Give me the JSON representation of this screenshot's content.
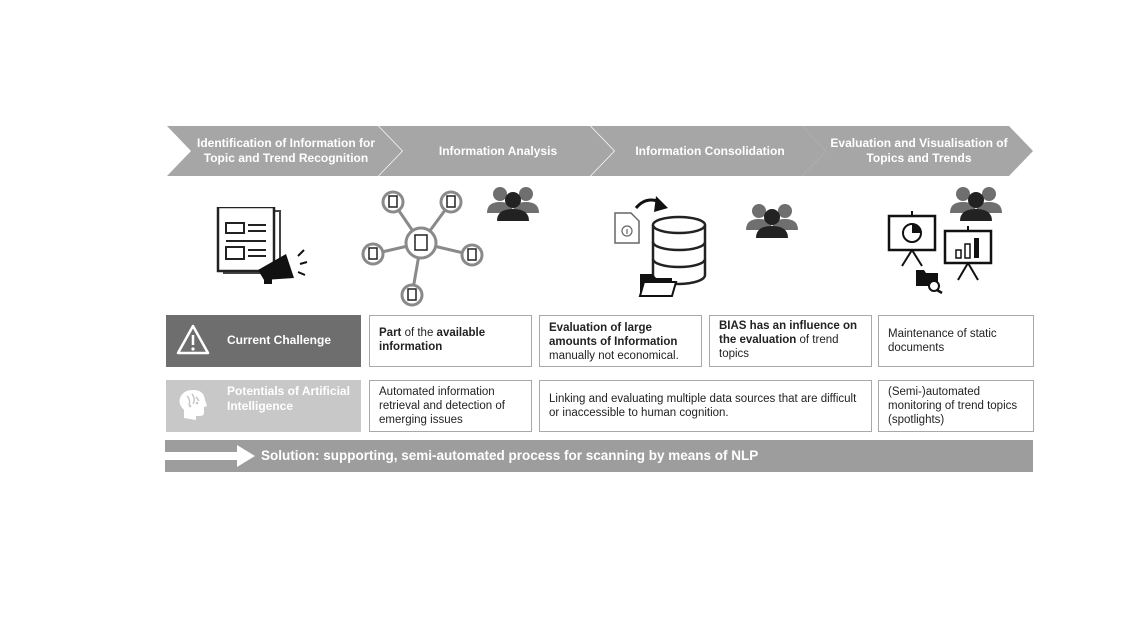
{
  "steps": [
    {
      "line1": "Identification of Information for",
      "line2": "Topic and Trend Recognition"
    },
    {
      "line1": "Information Analysis",
      "line2": ""
    },
    {
      "line1": "Information Consolidation",
      "line2": ""
    },
    {
      "line1": "Evaluation and Visualisation of",
      "line2": "Topics and Trends"
    }
  ],
  "rows": {
    "challenge": {
      "label": "Current Challenge",
      "cells": [
        {
          "bold1": "Part",
          "plain1": " of the ",
          "bold2": "available information",
          "plain2": ""
        },
        {
          "bold1": "Evaluation of large amounts of Information",
          "plain1": " manually not economical.",
          "bold2": "",
          "plain2": ""
        },
        {
          "bold1": "BIAS has an influence on the evaluation",
          "plain1": " of trend topics",
          "bold2": "",
          "plain2": ""
        },
        {
          "bold1": "",
          "plain1": "Maintenance of static documents",
          "bold2": "",
          "plain2": ""
        }
      ]
    },
    "ai": {
      "label_line1": "Potentials of Artificial",
      "label_line2": "Intelligence",
      "cells": [
        "Automated information retrieval and detection of emerging issues",
        "Linking and evaluating multiple data sources that are difficult or inaccessible to human cognition.",
        "(Semi-)automated monitoring of trend topics (spotlights)"
      ]
    }
  },
  "solution": {
    "text": "Solution: supporting, semi-automated process for scanning by means of NLP"
  },
  "icons": [
    "newspaper-icon",
    "megaphone-icon",
    "document-network-icon",
    "people-group-icon",
    "document-info-icon",
    "arrow-icon",
    "database-icon",
    "folder-icon",
    "presentation-pie-icon",
    "presentation-bar-icon",
    "folder-search-icon",
    "warning-icon",
    "ai-head-icon",
    "right-arrow-icon"
  ],
  "colors": {
    "chevron": "#a6a6a6",
    "challenge_header": "#6e6e6e",
    "ai_header": "#c8c8c8",
    "solution_bar": "#9d9d9d",
    "icon_dark": "#222222",
    "icon_mid": "#6f6f6f"
  }
}
